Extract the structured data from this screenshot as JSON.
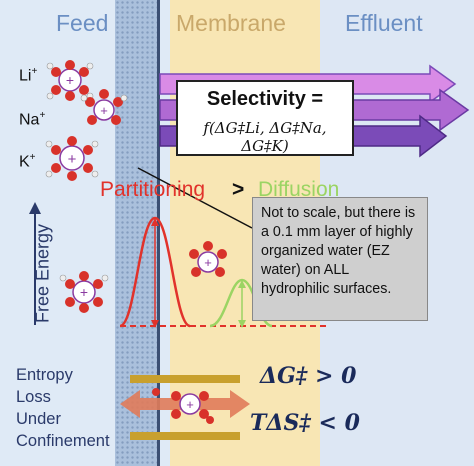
{
  "zones": {
    "feed_label": "Feed",
    "membrane_label": "Membrane",
    "effluent_label": "Effluent"
  },
  "ions": {
    "li_label": "Li",
    "na_label": "Na",
    "k_label": "K",
    "charge": "+"
  },
  "selectivity": {
    "title": "Selectivity =",
    "formula": "f(ΔG‡Li, ΔG‡Na, ΔG‡K)"
  },
  "mechanism": {
    "partitioning": "Partitioning",
    "comparator": ">",
    "diffusion": "Diffusion"
  },
  "note": {
    "text": "Not to scale, but there is a 0.1 mm layer of highly organized water (EZ water) on ALL hydrophilic surfaces."
  },
  "axis": {
    "y_label": "Free Energy"
  },
  "entropy": {
    "lines": [
      "Entropy",
      "Loss",
      "Under",
      "Confinement"
    ]
  },
  "equations": {
    "gibbs": "ΔG‡ > 0",
    "entropy": "TΔS‡ < 0"
  },
  "colors": {
    "arrow_purple": "#7b4bb8",
    "arrow_pink": "#d98be6",
    "barrier_red": "#e1322b",
    "barrier_green": "#9bd463",
    "confinement_arrow": "#e07b5a"
  }
}
